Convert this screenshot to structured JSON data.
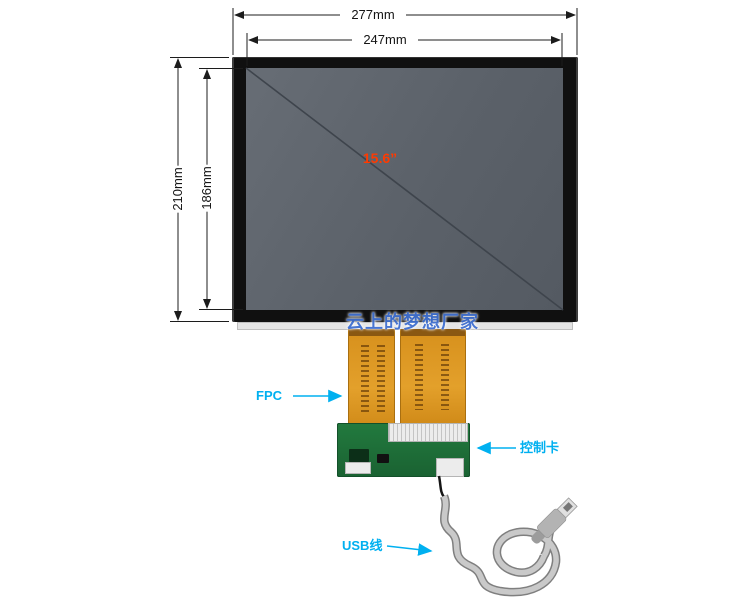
{
  "annotations": {
    "outer_width": "277mm",
    "inner_width": "247mm",
    "outer_height": "210mm",
    "inner_height": "186mm",
    "diagonal_size": "15.6”"
  },
  "callouts": {
    "fpc": "FPC",
    "controller_card": "控制卡",
    "usb_cable": "USB线"
  },
  "watermark": "云上的梦想厂家",
  "colors": {
    "callout_cyan": "#00b0f0",
    "diagonal_label_red": "#ff3a00",
    "screen_gray": "#5b6169",
    "fpc_orange": "#d8921e",
    "pcb_green": "#1e7038",
    "usb_cable_gray": "#b3b3b3",
    "dimension_line": "#1c1c1c"
  }
}
